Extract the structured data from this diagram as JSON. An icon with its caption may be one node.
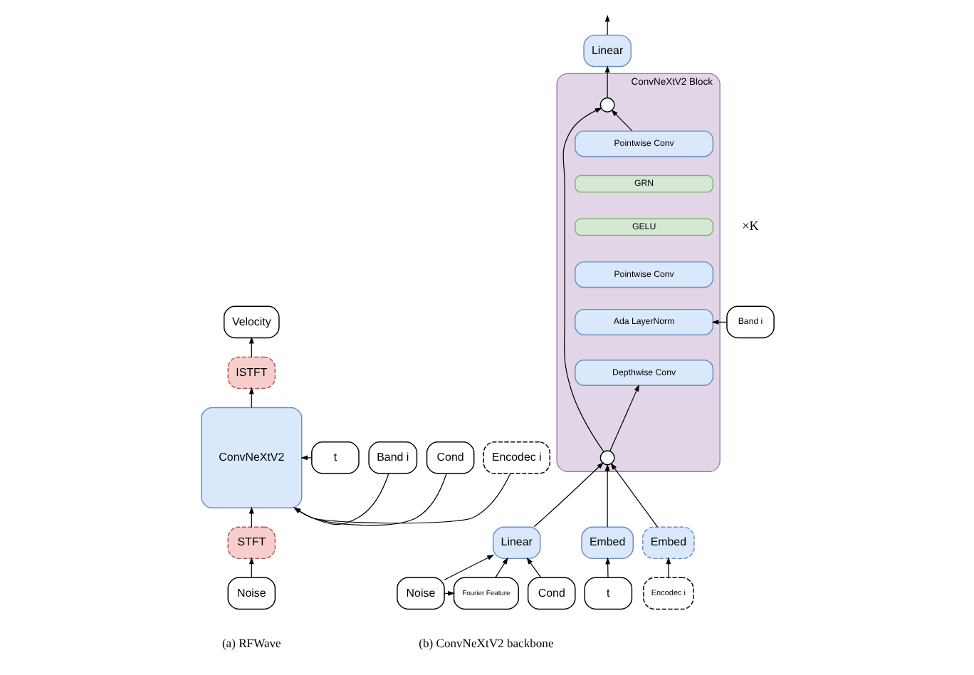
{
  "diagram": {
    "nodes": [
      {
        "text": [
          "Velocity"
        ]
      },
      {
        "text": [
          "ISTFT"
        ]
      },
      {
        "text": [
          "ConvNeXtV2"
        ]
      },
      {
        "text": [
          "t"
        ]
      },
      {
        "text": [
          "Band i"
        ]
      },
      {
        "text": [
          "Cond"
        ]
      },
      {
        "text": [
          "Encodec i"
        ]
      },
      {
        "text": [
          "STFT"
        ]
      },
      {
        "text": [
          "Noise"
        ]
      },
      {
        "text": [
          "Linear"
        ]
      },
      {
        "text": [
          "ConvNeXtV2 Block"
        ],
        "beside": [
          "×K"
        ]
      },
      {
        "text": [],
        "shape": "circle",
        "in": 10
      },
      {
        "text": [
          "Pointwise Conv"
        ],
        "in": 10
      },
      {
        "text": [
          "GRN"
        ],
        "in": 10
      },
      {
        "text": [
          "GELU"
        ],
        "in": 10
      },
      {
        "text": [
          "Pointwise Conv"
        ],
        "in": 10
      },
      {
        "text": [
          "Ada LayerNorm"
        ],
        "in": 10
      },
      {
        "text": [
          "Depthwise Conv"
        ],
        "in": 10
      },
      {
        "text": [],
        "shape": "circle",
        "in": 10
      },
      {
        "text": [
          "Band i"
        ]
      },
      {
        "text": [
          "Linear"
        ]
      },
      {
        "text": [
          "Embed"
        ]
      },
      {
        "text": [
          "Embed"
        ]
      },
      {
        "text": [
          "Noise"
        ]
      },
      {
        "text": [
          "Fourier Feature"
        ]
      },
      {
        "text": [
          "Cond"
        ]
      },
      {
        "text": [
          "t"
        ]
      },
      {
        "text": [
          "Encodec i"
        ]
      }
    ],
    "edges": [
      {
        "from": 8,
        "to": 7,
        "arrow": "to"
      },
      {
        "from": 7,
        "to": 2,
        "arrow": "to"
      },
      {
        "from": 2,
        "to": 1,
        "arrow": "to"
      },
      {
        "from": 1,
        "to": 0,
        "arrow": "to"
      },
      {
        "from": 3,
        "to": 2,
        "arrow": "to"
      },
      {
        "from": 4,
        "to": 2,
        "arrow": "to"
      },
      {
        "from": 5,
        "to": 2,
        "arrow": "to"
      },
      {
        "from": 6,
        "to": 2,
        "arrow": "to"
      },
      {
        "from": 23,
        "to": 24,
        "arrow": "to"
      },
      {
        "from": 23,
        "to": 20,
        "arrow": "to"
      },
      {
        "from": 24,
        "to": 20,
        "arrow": "to"
      },
      {
        "from": 25,
        "to": 20,
        "arrow": "to"
      },
      {
        "from": 26,
        "to": 21,
        "arrow": "to"
      },
      {
        "from": 27,
        "to": 22,
        "arrow": "to"
      },
      {
        "from": 20,
        "to": 18,
        "arrow": "to"
      },
      {
        "from": 21,
        "to": 18,
        "arrow": "to"
      },
      {
        "from": 22,
        "to": 18,
        "arrow": "to"
      },
      {
        "from": 18,
        "to": 17,
        "arrow": "to"
      },
      {
        "from": 19,
        "to": 16,
        "arrow": "to"
      },
      {
        "from": 18,
        "to": 11,
        "arrow": "to"
      },
      {
        "from": 12,
        "to": 11,
        "arrow": "to"
      },
      {
        "from": 11,
        "to": 9,
        "arrow": "to"
      },
      {
        "from": 9,
        "to": null,
        "arrow": "to"
      }
    ],
    "labels": [
      "(a) RFWave",
      "(b) ConvNeXtV2 backbone"
    ]
  }
}
